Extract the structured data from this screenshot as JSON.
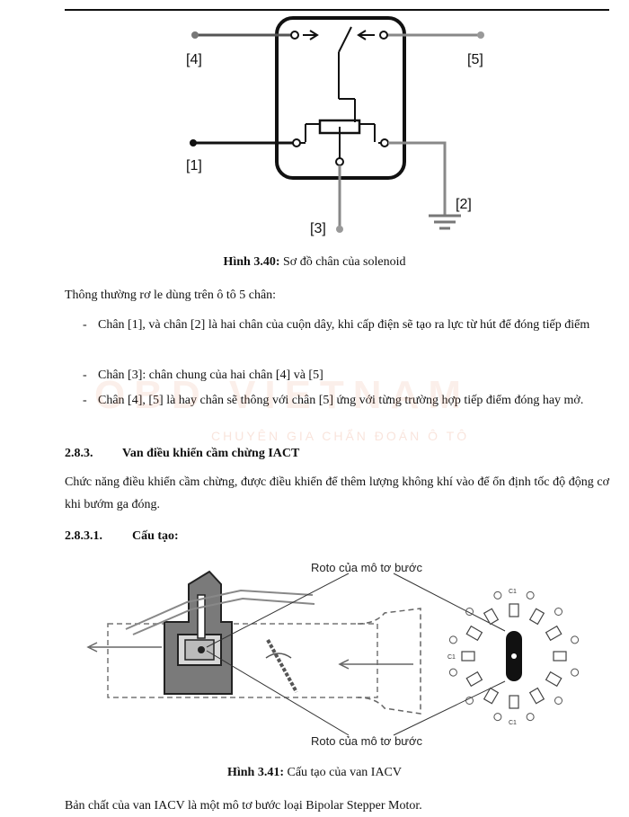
{
  "figure_340": {
    "pin_4": "[4]",
    "pin_5": "[5]",
    "pin_1": "[1]",
    "pin_2": "[2]",
    "pin_3": "[3]",
    "caption_label": "Hình 3.40:",
    "caption_text": " Sơ đồ chân của solenoid"
  },
  "intro": "Thông thường rơ le dùng trên ô tô 5 chân:",
  "bullets": [
    "Chân [1], và chân [2] là hai chân của cuộn dây, khi cấp điện sẽ tạo ra lực từ hút để đóng tiếp điểm",
    "Chân [3]: chân chung của hai chân [4] và [5]",
    "Chân [4], [5] là hay chân sẽ thông với chân [5] ứng với từng trường hợp tiếp điểm đóng hay mở."
  ],
  "watermark": {
    "brand": "OBD VIETNAM",
    "subtitle": "CHUYÊN GIA CHẨN ĐOÁN Ô TÔ"
  },
  "section_283": {
    "number": "2.8.3.",
    "title": "Van điều khiển cầm chừng IACT",
    "body": "Chức năng điều khiển cầm chừng, được điều khiển để thêm lượng không khí vào để ổn định tốc độ động cơ khi bướm ga đóng."
  },
  "section_2831": {
    "number": "2.8.3.1.",
    "title": "Cấu tạo:"
  },
  "figure_341": {
    "label_top": "Roto của mô tơ bước",
    "label_bottom": "Roto của mô tơ bước",
    "coil_c1_top": "C1",
    "coil_c1_left": "C1",
    "coil_c1_bottom": "C1",
    "caption_label": "Hình 3.41:",
    "caption_text": " Cấu tạo của van IACV"
  },
  "last_line": "Bản chất của van IACV là một mô tơ bước loại Bipolar Stepper Motor."
}
